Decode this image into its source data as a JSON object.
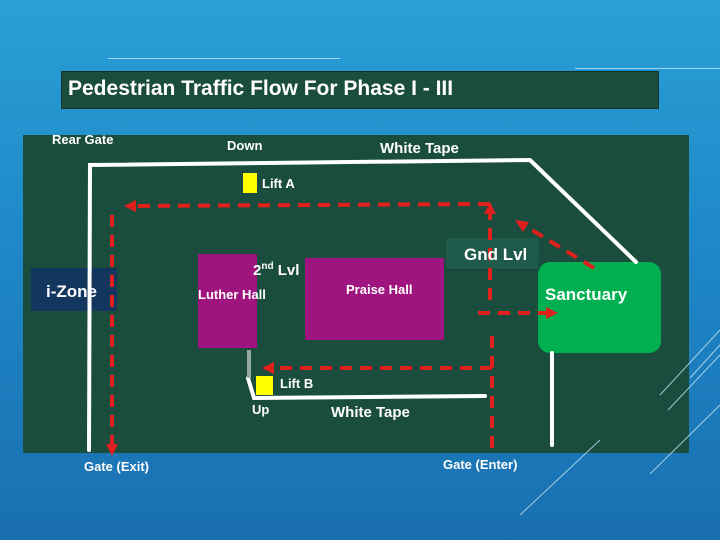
{
  "title": "Pedestrian  Traffic Flow For Phase I - III",
  "labels": {
    "rear_gate": "Rear Gate",
    "down": "Down",
    "white_tape_top": "White Tape",
    "lift_a": "Lift A",
    "gnd_lvl": "Gnd Lvl",
    "second_lvl_num": "2",
    "second_lvl_sup": "nd",
    "second_lvl_word": "Lvl",
    "i_zone": "i-Zone",
    "luther_hall": "Luther Hall",
    "praise_hall": "Praise Hall",
    "sanctuary": "Sanctuary",
    "lift_b": "Lift B",
    "up": "Up",
    "white_tape_bottom": "White Tape",
    "gate_exit": "Gate (Exit)",
    "gate_enter": "Gate (Enter)"
  },
  "colors": {
    "background": "#1e88c8",
    "map": "#1b4d3e",
    "hall": "#a0147f",
    "sanctuary": "#00b050",
    "i_zone": "#12365e",
    "lift": "#ffff00",
    "arrow": "#e0201c",
    "tape": "#ffffff"
  }
}
